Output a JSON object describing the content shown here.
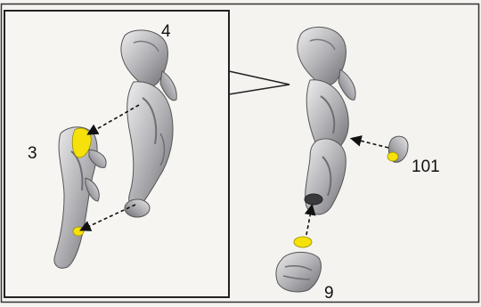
{
  "labels": {
    "part_4": "4",
    "part_3": "3",
    "part_101": "101",
    "part_9": "9"
  },
  "colors": {
    "frame": "#222222",
    "metal_light": "#d9d9dc",
    "metal_mid": "#a7a7ab",
    "metal_dark": "#6a6a6f",
    "accent_yellow": "#f6e10a",
    "arrow": "#111111"
  },
  "icons": [
    "upper-leg-icon",
    "lower-leg-icon",
    "joint-icon",
    "fist-icon"
  ]
}
